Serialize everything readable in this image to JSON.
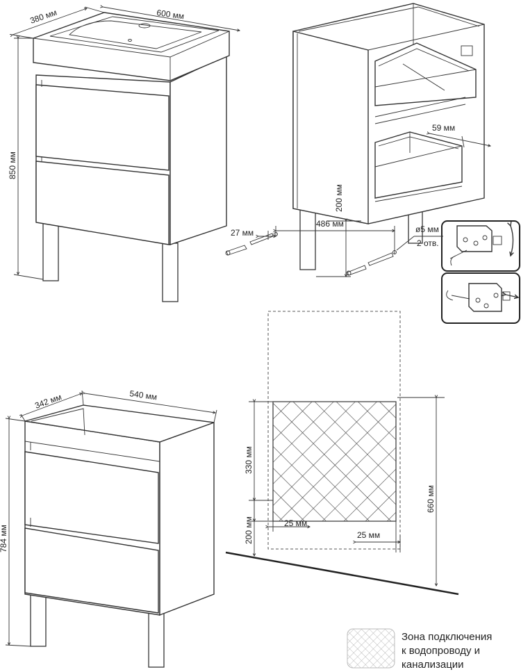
{
  "dimensions": {
    "top_left": {
      "depth": "380 мм",
      "width": "600 мм",
      "height": "850 мм"
    },
    "top_right": {
      "drawer_offset": "59 мм",
      "leg_height": "200 мм"
    },
    "bottom_left": {
      "depth": "342 мм",
      "width": "540 мм",
      "height": "784 мм"
    },
    "bottom_right": {
      "edge_offset": "27 мм",
      "hole_spacing": "486 мм",
      "hole_diameter": "ø5 мм",
      "hole_count": "2 отв.",
      "zone_height": "330 мм",
      "floor_height": "200 мм",
      "mount_height": "660 мм",
      "left_margin": "25 мм",
      "right_margin": "25 мм"
    }
  },
  "legend": {
    "line1": "Зона подключения",
    "line2": "к водопроводу и",
    "line3": "канализации"
  },
  "colors": {
    "line": "#333333",
    "hatch": "#555555",
    "panel_border": "#222222"
  }
}
